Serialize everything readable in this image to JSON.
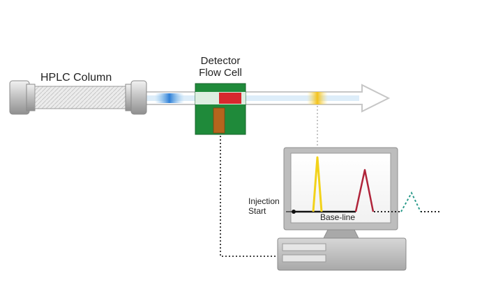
{
  "labels": {
    "column": "HPLC Column",
    "detector_line1": "Detector",
    "detector_line2": "Flow Cell",
    "injection_line1": "Injection",
    "injection_line2": "Start",
    "baseline": "Base-line"
  },
  "colors": {
    "column_metal": "#c9c9c9",
    "column_packing": "#e8e8e8",
    "flow_cell_green": "#1f8a3a",
    "band_blue": "#2f7fd6",
    "band_red": "#d8282e",
    "band_yellow": "#f3c21b",
    "band_brown": "#b5651d",
    "peak_yellow": "#f2d21a",
    "peak_red": "#b0243a",
    "peak_teal": "#2a9a8a",
    "monitor_gray": "#b9b9b9",
    "arrow_outline": "#c6c6c6"
  }
}
